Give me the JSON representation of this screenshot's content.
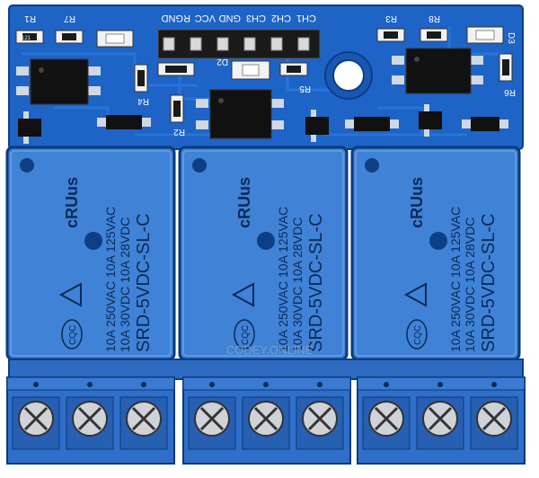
{
  "board": {
    "header_pins": [
      "CH1",
      "CH2",
      "CH3",
      "GND",
      "VCC",
      "RGND"
    ],
    "resistor_labels": [
      "R1",
      "R7",
      "R3",
      "R8",
      "R2",
      "R4",
      "R5",
      "R6"
    ],
    "diode_labels": [
      "D2",
      "D3"
    ],
    "smd_code": "121",
    "watermark": "CODEY.ONLINE",
    "colors": {
      "pcb": "#1e63c6",
      "relay": "#3f82d6",
      "terminal": "#2f6fc9"
    }
  },
  "relays": [
    {
      "brand": "cRUus",
      "ratings": [
        "10A 250VAC  10A 125VAC",
        "10A 30VDC  10A 28VDC"
      ],
      "model": "SRD-5VDC-SL-C",
      "cert": "CQC"
    },
    {
      "brand": "cRUus",
      "ratings": [
        "10A 250VAC  10A 125VAC",
        "10A 30VDC  10A 28VDC"
      ],
      "model": "SRD-5VDC-SL-C",
      "cert": "CQC"
    },
    {
      "brand": "cRUus",
      "ratings": [
        "10A 250VAC  10A 125VAC",
        "10A 30VDC  10A 28VDC"
      ],
      "model": "SRD-5VDC-SL-C",
      "cert": "CQC"
    }
  ]
}
